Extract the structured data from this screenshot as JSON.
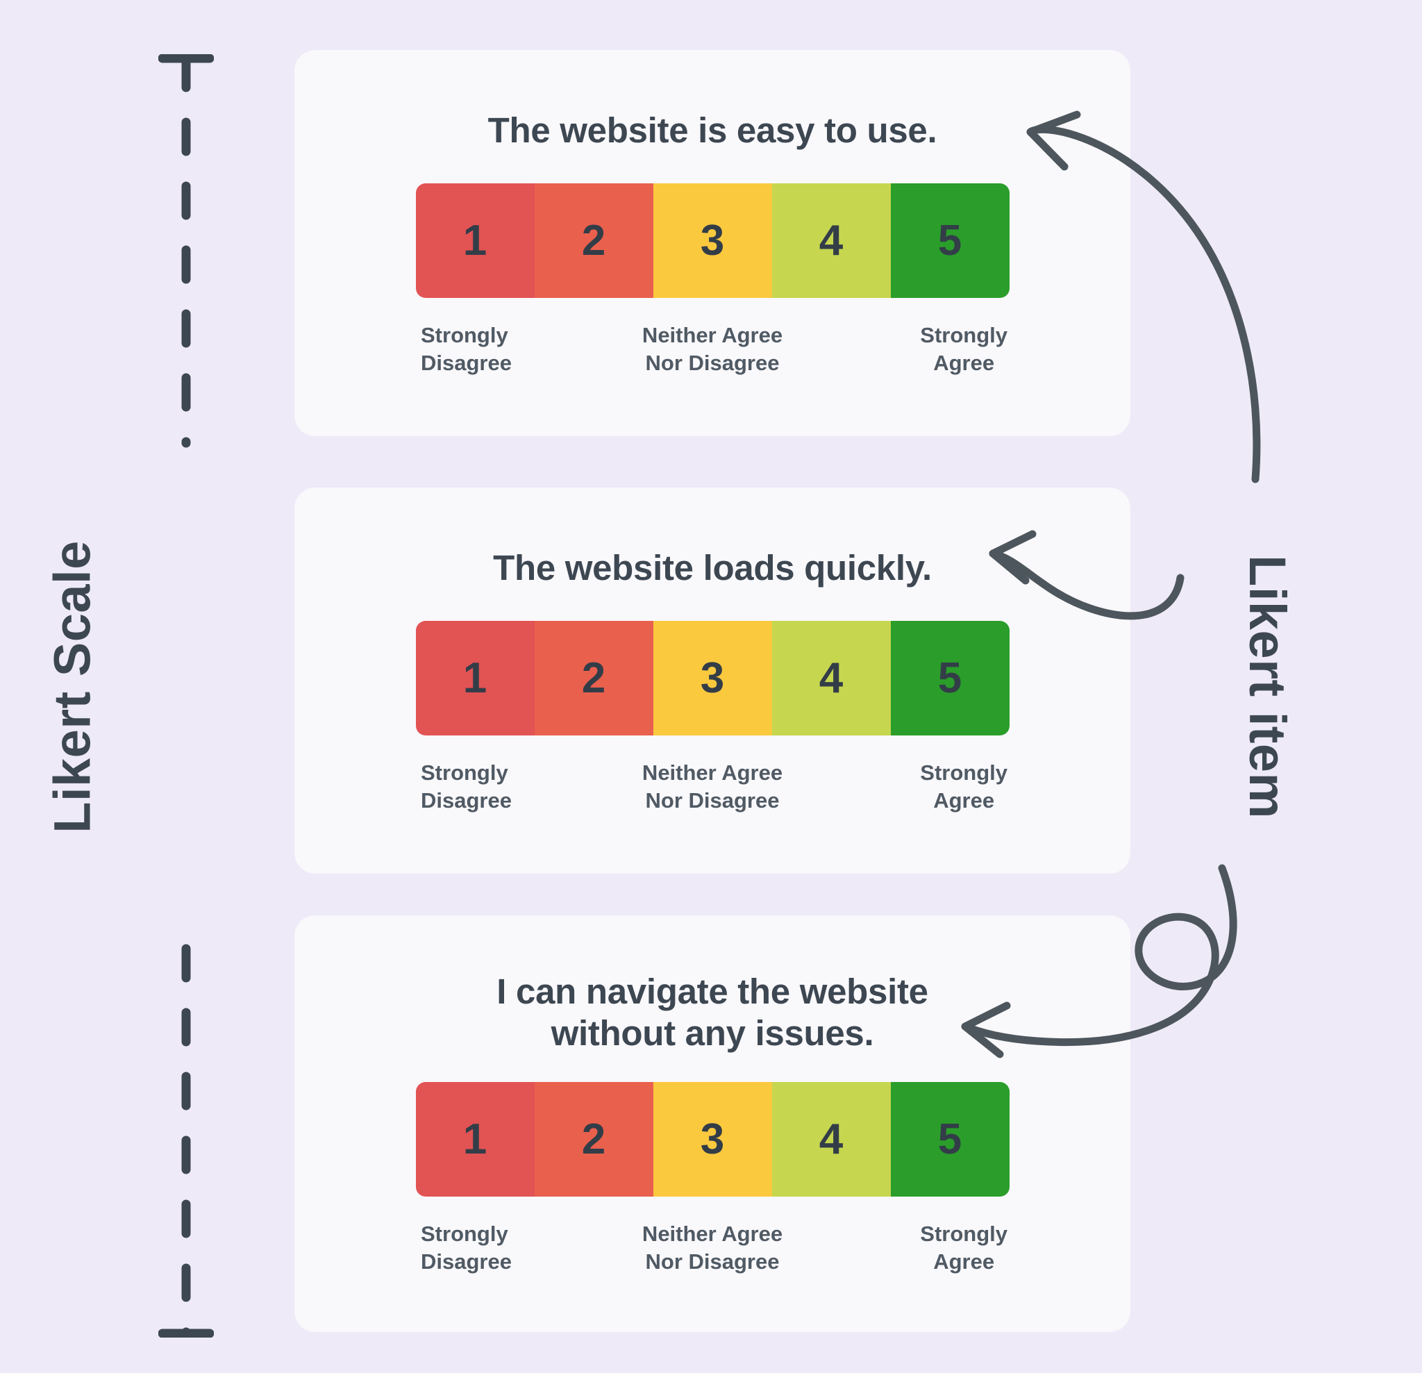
{
  "canvas": {
    "background_color": "#eeeaf8",
    "card_color": "#f9f8fb",
    "ink_color": "#3d4752"
  },
  "annotations": {
    "left_label": "Likert Scale",
    "right_label": "Likert item",
    "bracket": "dashed-vertical-bracket",
    "arrows": [
      {
        "name": "arrow-to-item-1",
        "shape": "curved-arc-left",
        "target": "item-1"
      },
      {
        "name": "arrow-to-item-2",
        "shape": "s-curve-left",
        "target": "item-2"
      },
      {
        "name": "arrow-to-item-3",
        "shape": "looped-curve-left",
        "target": "item-3"
      }
    ]
  },
  "scale": {
    "points": [
      {
        "value": "1",
        "color": "#e25354"
      },
      {
        "value": "2",
        "color": "#e9604d"
      },
      {
        "value": "3",
        "color": "#fbc93e"
      },
      {
        "value": "4",
        "color": "#c6d64f"
      },
      {
        "value": "5",
        "color": "#2a9d2a"
      }
    ],
    "anchors": {
      "left": "Strongly\nDisagree",
      "middle": "Neither Agree\nNor Disagree",
      "right": "Strongly\nAgree"
    }
  },
  "items": [
    {
      "id": "item-1",
      "statement": "The website is easy to use."
    },
    {
      "id": "item-2",
      "statement": "The website loads quickly."
    },
    {
      "id": "item-3",
      "statement": "I can navigate the website without any issues."
    }
  ]
}
